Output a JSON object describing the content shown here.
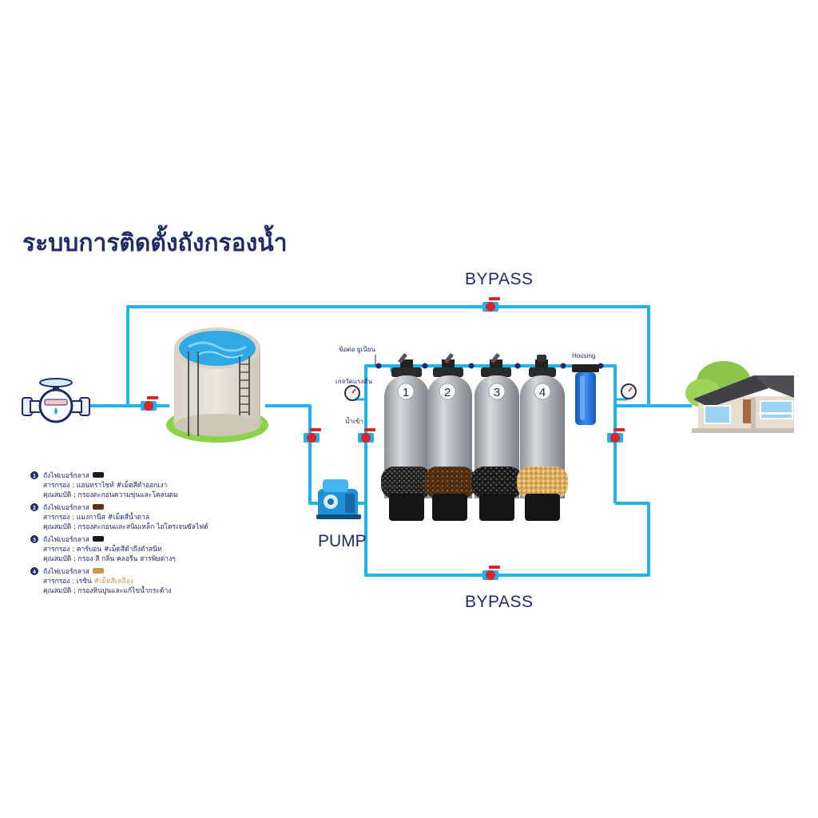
{
  "title": "ระบบการติดตั้งถังกรองน้ำ",
  "labels": {
    "bypass_top": "BYPASS",
    "bypass_bottom": "BYPASS",
    "pump": "PUMP",
    "union_joint": "ข้อต่อ ยูเนียน",
    "pressure_gauge": "เกจวัดแรงดัน",
    "water_in": "น้ำเข้า",
    "housing": "Housing"
  },
  "tank_numbers": [
    "1",
    "2",
    "3",
    "4"
  ],
  "colors": {
    "pipe": "#1fb3ea",
    "valve": "#d6262b",
    "title": "#1f2a6b",
    "tank_body": "#a9adb3",
    "tank_base": "#151515",
    "platform": "#8ed24a",
    "housing_filter": "#1f6fd1",
    "highlight": "#c89a50"
  },
  "legend": [
    {
      "number": "1",
      "swatch_color": "#1a1a1a",
      "heading": "ถังไฟเบอร์กลาส",
      "media_label": "สารกรอง : ",
      "media": "แอนทราไซท์ ",
      "media_tag": "#เม็ดสีดำออกเงา",
      "property_label": "คุณสมบัติ : ",
      "property": "กรองตะกอนความขุ่นและโคลนตม"
    },
    {
      "number": "2",
      "swatch_color": "#5a3516",
      "heading": "ถังไฟเบอร์กลาส",
      "media_label": "สารกรอง : ",
      "media": "แมงกานีส ",
      "media_tag": "#เม็ดสีน้ำตาล",
      "property_label": "คุณสมบัติ : ",
      "property": "กรองตะกอนและสนิมเหล็ก ไฮโดรเจนซัลไฟด์"
    },
    {
      "number": "3",
      "swatch_color": "#1a1a1a",
      "heading": "ถังไฟเบอร์กลาส",
      "media_label": "สารกรอง : ",
      "media": "คาร์บอน ",
      "media_tag": "#เม็ดสีดำถึงดำสนิท",
      "property_label": "คุณสมบัติ : ",
      "property": "กรอง สี กลิ่น คลอรีน สารพิษต่างๆ"
    },
    {
      "number": "4",
      "swatch_color": "#c89a50",
      "heading": "ถังไฟเบอร์กลาส",
      "media_label": "สารกรอง : ",
      "media": "เรซิน ",
      "media_tag": "#เม็ดสีเหลือง",
      "property_label": "คุณสมบัติ : ",
      "property": "กรองหินปูนและแก้ไขน้ำกระด้าง"
    }
  ]
}
